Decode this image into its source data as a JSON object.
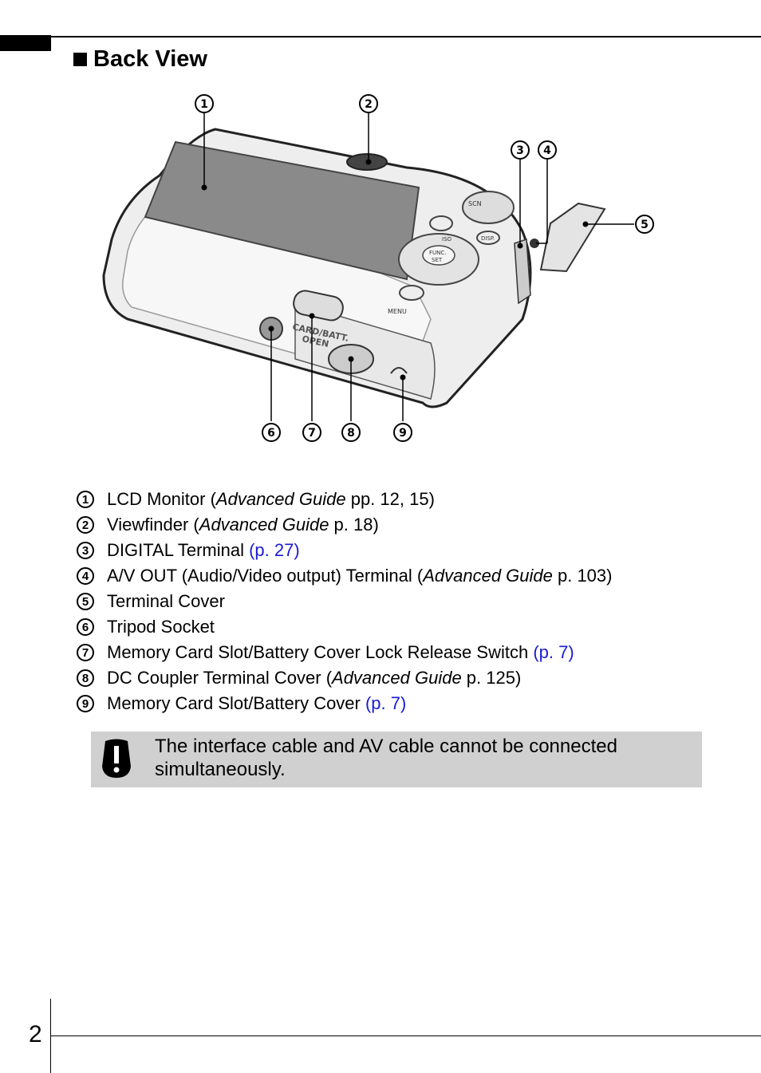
{
  "section": {
    "title": "Back View"
  },
  "diagram": {
    "callouts": [
      "1",
      "2",
      "3",
      "4",
      "5",
      "6",
      "7",
      "8",
      "9"
    ],
    "camera_markings": {
      "card_batt": "CARD/BATT.",
      "open": "OPEN",
      "menu": "MENU",
      "disp": "DISP.",
      "iso": "ISO",
      "func_set_1": "FUNC.",
      "func_set_2": "SET",
      "scn": "SCN"
    }
  },
  "legend": [
    {
      "num": "1",
      "parts": [
        {
          "text": "LCD Monitor ("
        },
        {
          "text": "Advanced Guide",
          "style": "italic"
        },
        {
          "text": " pp. 12, 15)"
        }
      ]
    },
    {
      "num": "2",
      "parts": [
        {
          "text": "Viewfinder ("
        },
        {
          "text": "Advanced Guide",
          "style": "italic"
        },
        {
          "text": " p. 18)"
        }
      ]
    },
    {
      "num": "3",
      "parts": [
        {
          "text": "DIGITAL Terminal "
        },
        {
          "text": "(p. 27)",
          "style": "link"
        }
      ]
    },
    {
      "num": "4",
      "parts": [
        {
          "text": "A/V OUT (Audio/Video output) Terminal ("
        },
        {
          "text": "Advanced Guide",
          "style": "italic"
        },
        {
          "text": " p. 103)"
        }
      ]
    },
    {
      "num": "5",
      "parts": [
        {
          "text": "Terminal Cover"
        }
      ]
    },
    {
      "num": "6",
      "parts": [
        {
          "text": "Tripod Socket"
        }
      ]
    },
    {
      "num": "7",
      "parts": [
        {
          "text": "Memory Card Slot/Battery Cover Lock Release Switch "
        },
        {
          "text": "(p. 7)",
          "style": "link"
        }
      ]
    },
    {
      "num": "8",
      "parts": [
        {
          "text": "DC Coupler Terminal Cover ("
        },
        {
          "text": "Advanced Guide",
          "style": "italic"
        },
        {
          "text": " p. 125)"
        }
      ]
    },
    {
      "num": "9",
      "parts": [
        {
          "text": "Memory Card Slot/Battery Cover "
        },
        {
          "text": "(p. 7)",
          "style": "link"
        }
      ]
    }
  ],
  "caution": {
    "icon": "caution-exclamation-icon",
    "text": "The interface cable and AV cable cannot be connected simultaneously."
  },
  "page_number": "2"
}
